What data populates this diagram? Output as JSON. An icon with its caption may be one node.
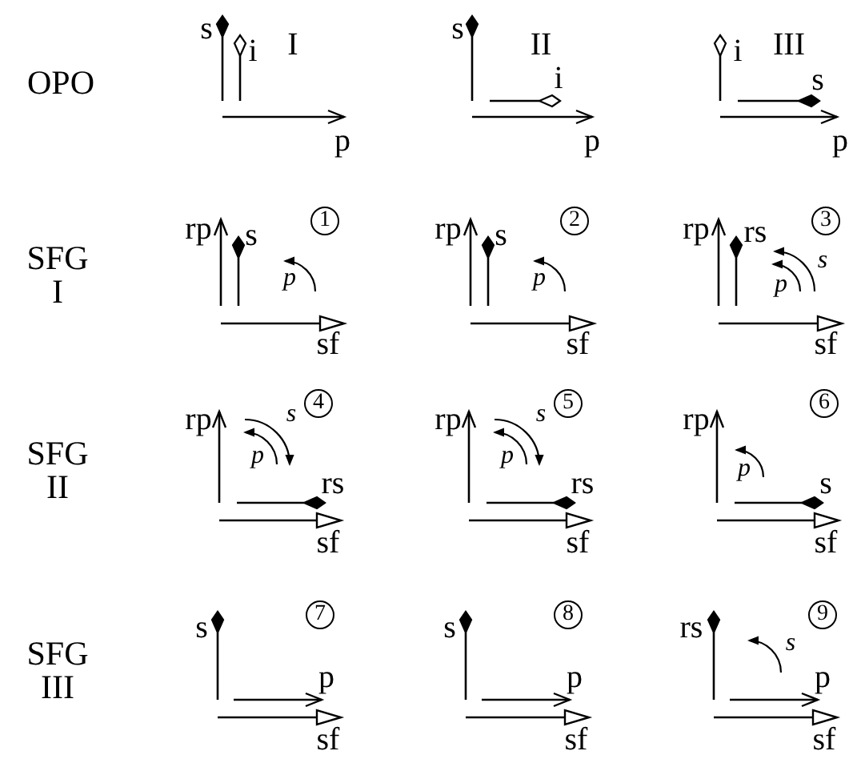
{
  "diagram": {
    "labels": [
      "OPO",
      "s",
      "i",
      "I",
      "p",
      "s",
      "II",
      "i",
      "p",
      "i",
      "III",
      "s",
      "p",
      "SFG I",
      "rp",
      "s",
      "1",
      "p",
      "sf",
      "rp",
      "s",
      "2",
      "p",
      "sf",
      "rp",
      "rs",
      "3",
      "s",
      "p",
      "sf",
      "SFG II",
      "rp",
      "s",
      "4",
      "p",
      "rs",
      "sf",
      "rp",
      "s",
      "5",
      "p",
      "rs",
      "sf",
      "rp",
      "6",
      "p",
      "s",
      "sf",
      "SFG III",
      "s",
      "7",
      "p",
      "sf",
      "s",
      "8",
      "p",
      "sf",
      "rs",
      "9",
      "s",
      "p",
      "sf"
    ]
  }
}
